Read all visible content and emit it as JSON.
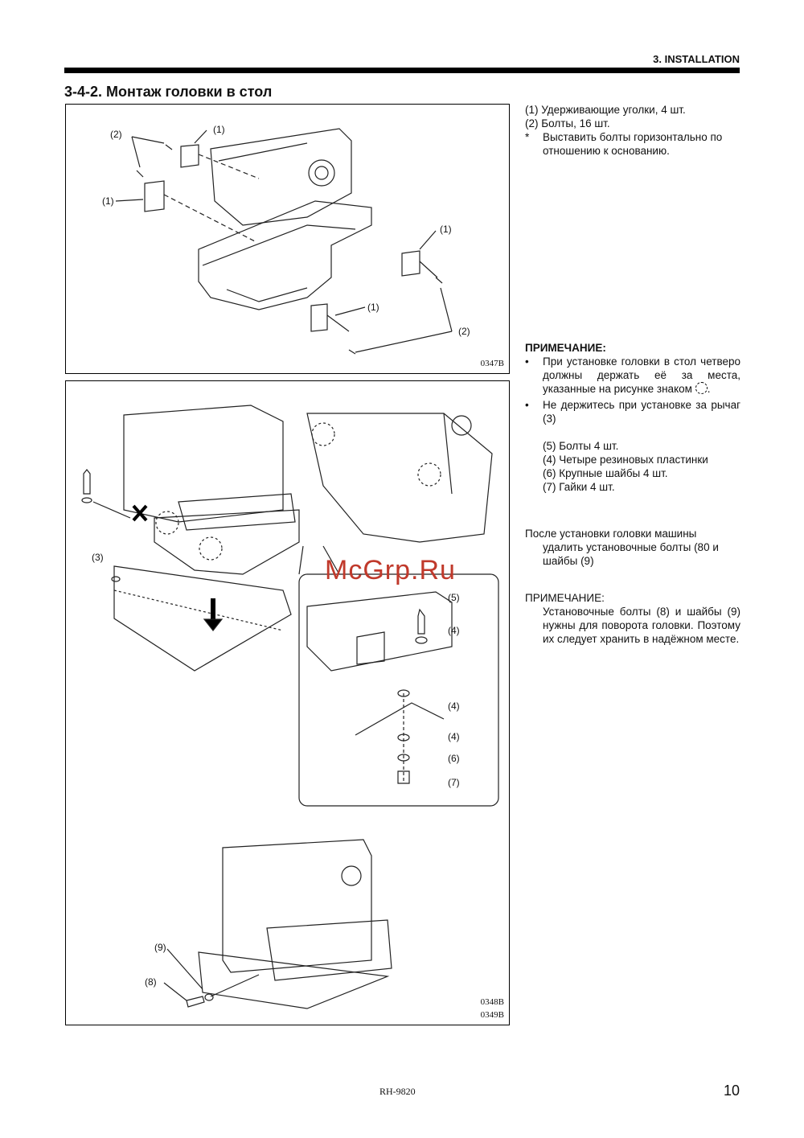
{
  "header": {
    "section": "3. INSTALLATION"
  },
  "title": "3-4-2. Монтаж головки в стол",
  "figure1": {
    "code": "0347B",
    "callouts": [
      "(1)",
      "(2)",
      "(1)",
      "(1)",
      "(1)",
      "(2)"
    ]
  },
  "figure2": {
    "codes": [
      "0348B",
      "0349B"
    ],
    "callouts": [
      "(3)",
      "(5)",
      "(4)",
      "(4)",
      "(4)",
      "(6)",
      "(7)",
      "(9)",
      "(8)"
    ]
  },
  "watermark": "McGrp.Ru",
  "parts": {
    "item1": "(1) Удерживающие уголки, 4 шт.",
    "item2": "(2) Болты, 16 шт.",
    "star_mark": "*",
    "star_text": "Выставить болты горизонтально по отношению к основанию."
  },
  "note1": {
    "heading": "ПРИМЕЧАНИЕ:",
    "bullet_mark": "•",
    "bullet1": "При установке головки в стол четверо должны держать её за места, указанные на рисунке знаком",
    "bullet1_end": ".",
    "bullet2": "Не держитесь при установке за рычаг (3)",
    "sub1": "(5) Болты 4 шт.",
    "sub2": "(4) Четыре резиновых пластинки",
    "sub3": "(6) Крупные шайбы 4 шт.",
    "sub4": "(7) Гайки 4 шт."
  },
  "after": {
    "line1": "После установки головки машины",
    "rest": "удалить установочные болты (80 и шайбы (9)"
  },
  "note2": {
    "heading": "ПРИМЕЧАНИЕ:",
    "text": "Установочные болты (8) и шайбы (9) нужны для поворота головки. Поэтому их следует хранить в надёжном месте."
  },
  "footer": {
    "model": "RH-9820",
    "page": "10"
  }
}
